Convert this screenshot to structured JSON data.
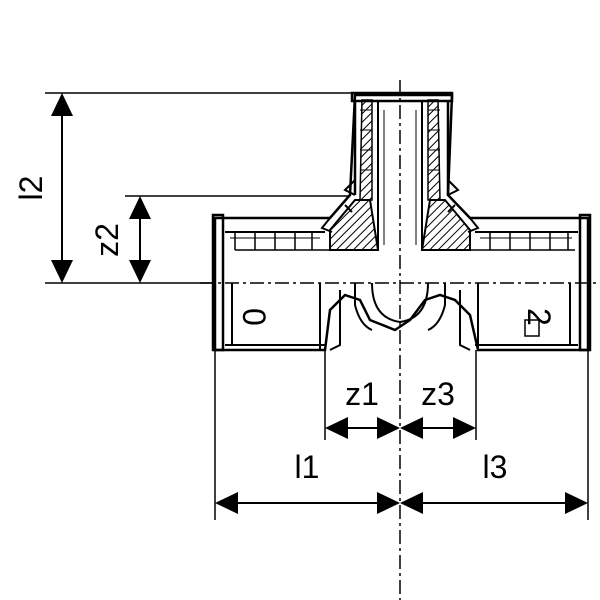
{
  "colors": {
    "ink": "#000000",
    "background": "#ffffff",
    "hatch": "#000000"
  },
  "dimensions": {
    "l1": "l1",
    "l2": "l2",
    "l3": "l3",
    "z1": "z1",
    "z2": "z2",
    "z3": "z3"
  },
  "markings": {
    "left_outlet": "0",
    "right_outlet": "2"
  }
}
